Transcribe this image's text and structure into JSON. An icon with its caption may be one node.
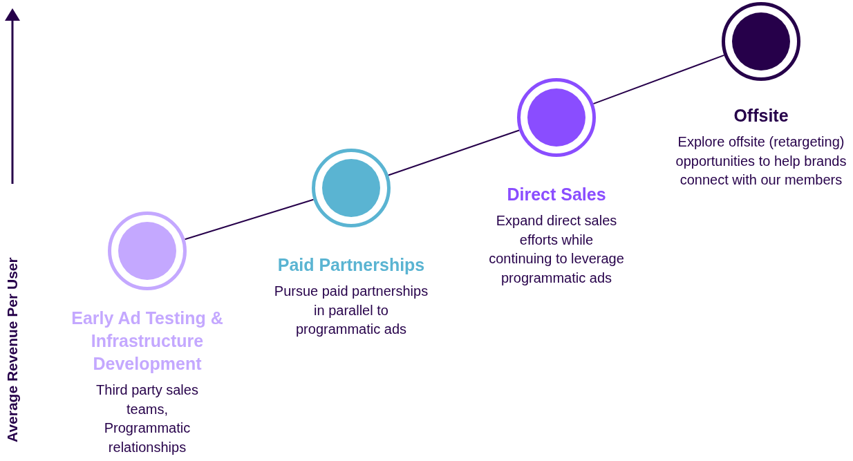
{
  "diagram": {
    "nodes": [
      {
        "text": [
          "Early Ad Testing & Infrastructure Development",
          "Third party sales teams, Programmatic relationships"
        ]
      },
      {
        "text": [
          "Paid Partnerships",
          "Pursue paid partnerships in parallel to programmatic ads"
        ]
      },
      {
        "text": [
          "Direct Sales",
          "Expand direct sales efforts while continuing to leverage programmatic ads"
        ]
      },
      {
        "text": [
          "Offsite",
          "Explore offsite (retargeting) opportunities to help brands connect with our members"
        ]
      }
    ],
    "edges": [
      {
        "from": 0,
        "to": 1,
        "arrow": "none"
      },
      {
        "from": 1,
        "to": 2,
        "arrow": "none"
      },
      {
        "from": 2,
        "to": 3,
        "arrow": "none"
      }
    ],
    "labels": [
      "Average Revenue Per User"
    ]
  }
}
